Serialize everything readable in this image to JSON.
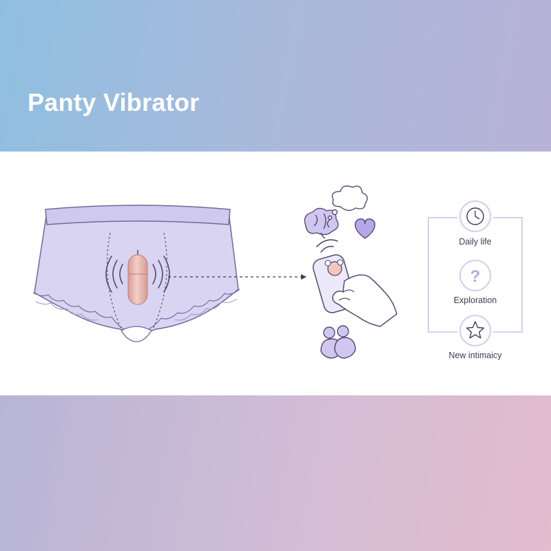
{
  "header": {
    "title": "Panty Vibrator"
  },
  "benefits": [
    {
      "label": "Daily life",
      "icon": "clock-icon"
    },
    {
      "label": "Exploration",
      "icon": "question-mark-icon"
    },
    {
      "label": "New intimaicy",
      "icon": "star-icon"
    }
  ],
  "illustration_icons": [
    "brain-icon",
    "thought-cloud-icon",
    "heart-icon",
    "remote-control-icon",
    "couple-icon"
  ],
  "colors": {
    "fabric": "#d8d4f2",
    "outline": "#6f6a99",
    "bullet": "#e5b8b0",
    "accent": "#b7a6e8",
    "header_gradient": [
      "#8fbfe0",
      "#b8b2d8"
    ],
    "footer_gradient": [
      "#b7b5d6",
      "#e3bccd"
    ]
  }
}
